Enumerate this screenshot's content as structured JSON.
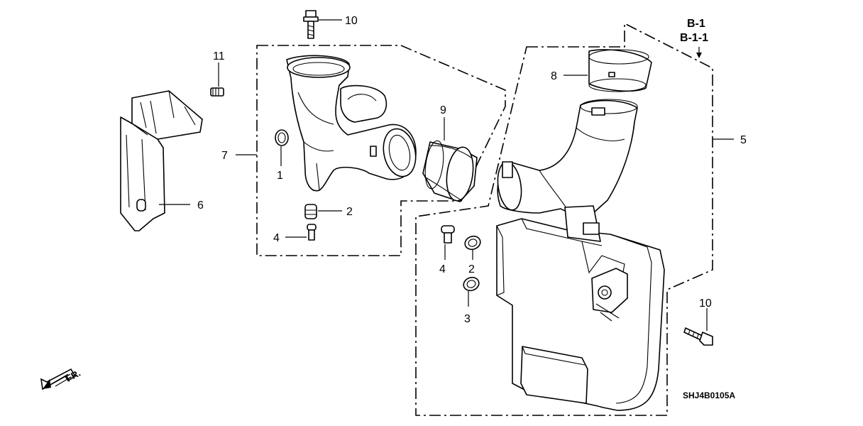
{
  "diagram": {
    "reference_codes": [
      "B-1",
      "B-1-1"
    ],
    "drawing_number": "SHJ4B0105A",
    "direction_label": "FR.",
    "callouts": {
      "c10_top": "10",
      "c11": "11",
      "c7": "7",
      "c1": "1",
      "c2_left": "2",
      "c4_left": "4",
      "c6": "6",
      "c9": "9",
      "c8": "8",
      "c5": "5",
      "c4_right": "4",
      "c2_right": "2",
      "c3": "3",
      "c10_right": "10"
    },
    "parts": [
      "air-intake-duct",
      "air-intake-tube",
      "connecting-band",
      "resonator-chamber",
      "resonator-duct",
      "air-guide-bracket",
      "resonator-seal",
      "bolt",
      "clip",
      "grommet"
    ]
  }
}
